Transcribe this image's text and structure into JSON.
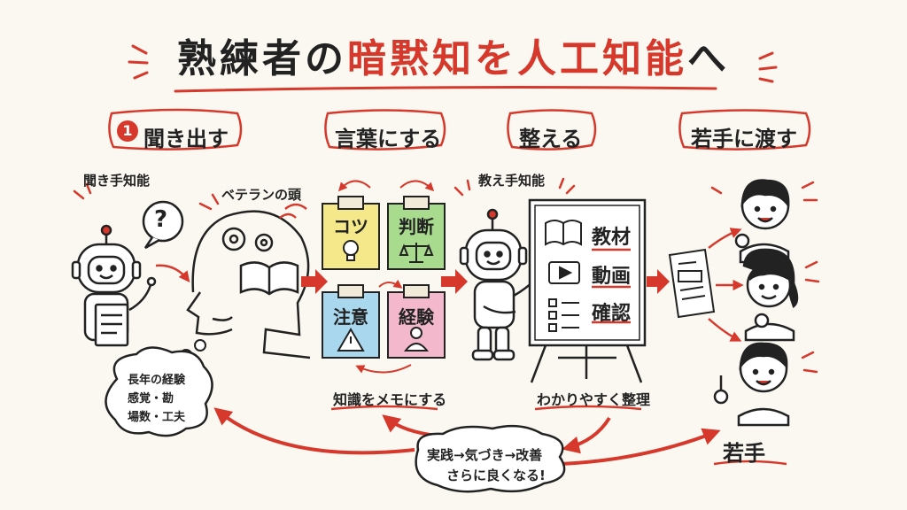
{
  "title": {
    "part1": "熟練者の",
    "part2": "暗黙知を人工知能",
    "part3": "へ"
  },
  "steps": [
    {
      "number": "1",
      "label": "聞き出す"
    },
    {
      "label": "言葉にする"
    },
    {
      "label": "整える"
    },
    {
      "label": "若手に渡す"
    }
  ],
  "step1": {
    "robot_caption": "聞き手知能",
    "question_mark": "?",
    "veteran_caption": "ベテランの頭",
    "thought_lines": [
      "長年の経験",
      "感覚・勘",
      "場数・工夫"
    ]
  },
  "step2": {
    "notes": [
      {
        "label": "コツ",
        "color": "#f4e88a"
      },
      {
        "label": "判断",
        "color": "#a9db8f"
      },
      {
        "label": "注意",
        "color": "#a9d8ee"
      },
      {
        "label": "経験",
        "color": "#f4b8cc"
      }
    ],
    "caption": "知識をメモにする"
  },
  "step3": {
    "robot_caption": "教え手知能",
    "board_items": [
      "教材",
      "動画",
      "確認"
    ],
    "caption": "わかりやすく整理"
  },
  "step4": {
    "caption": "若手"
  },
  "cycle": {
    "line1": "実践→気づき→改善",
    "line2": "さらに良くなる!"
  },
  "colors": {
    "accent": "#d6392b",
    "ink": "#222222",
    "background": "#fbf8f1"
  }
}
